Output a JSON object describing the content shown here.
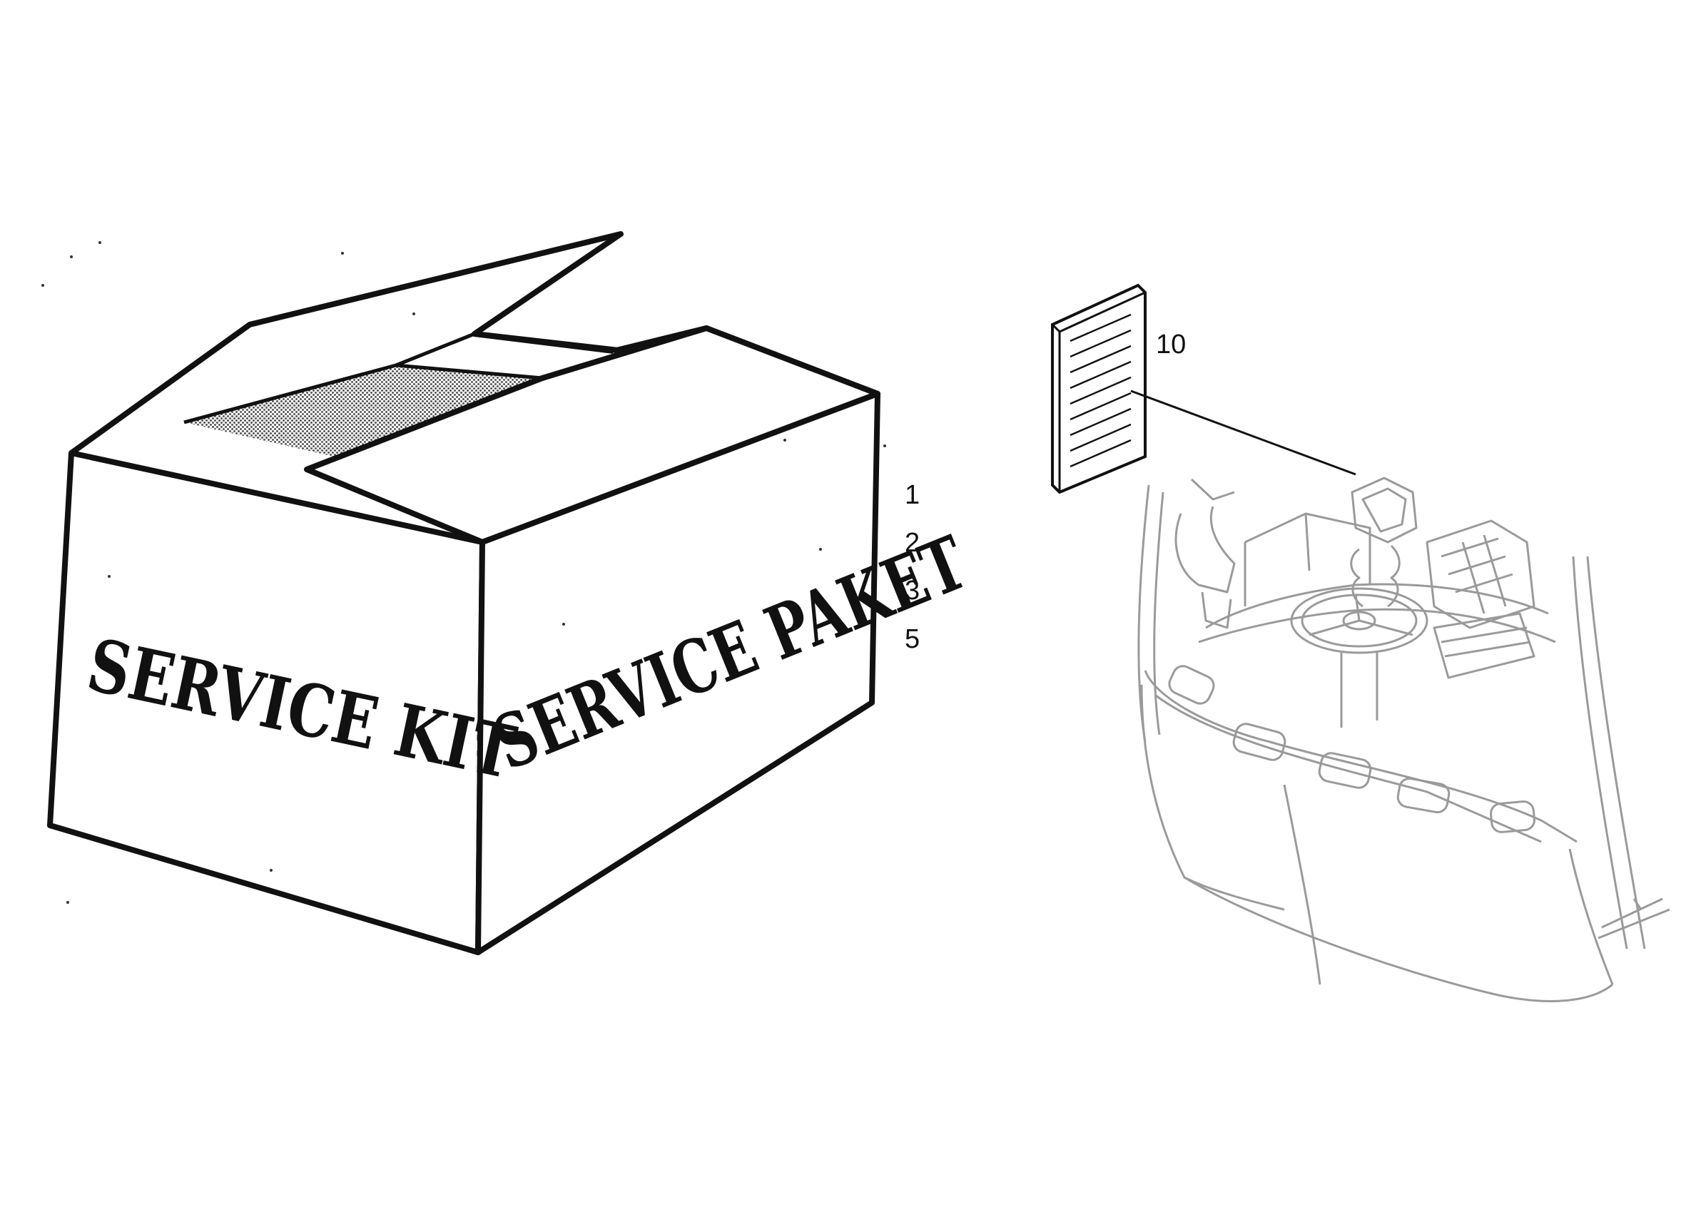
{
  "box": {
    "front_label": "SERVICE KIT",
    "side_label": "SERVICE PAKET"
  },
  "callouts": {
    "item_1": "1",
    "item_2": "2",
    "item_3": "3",
    "item_5": "5",
    "item_10": "10"
  },
  "colors": {
    "ink": "#111111",
    "vehicle_line": "#9a9a9a",
    "shade": "#777777"
  }
}
